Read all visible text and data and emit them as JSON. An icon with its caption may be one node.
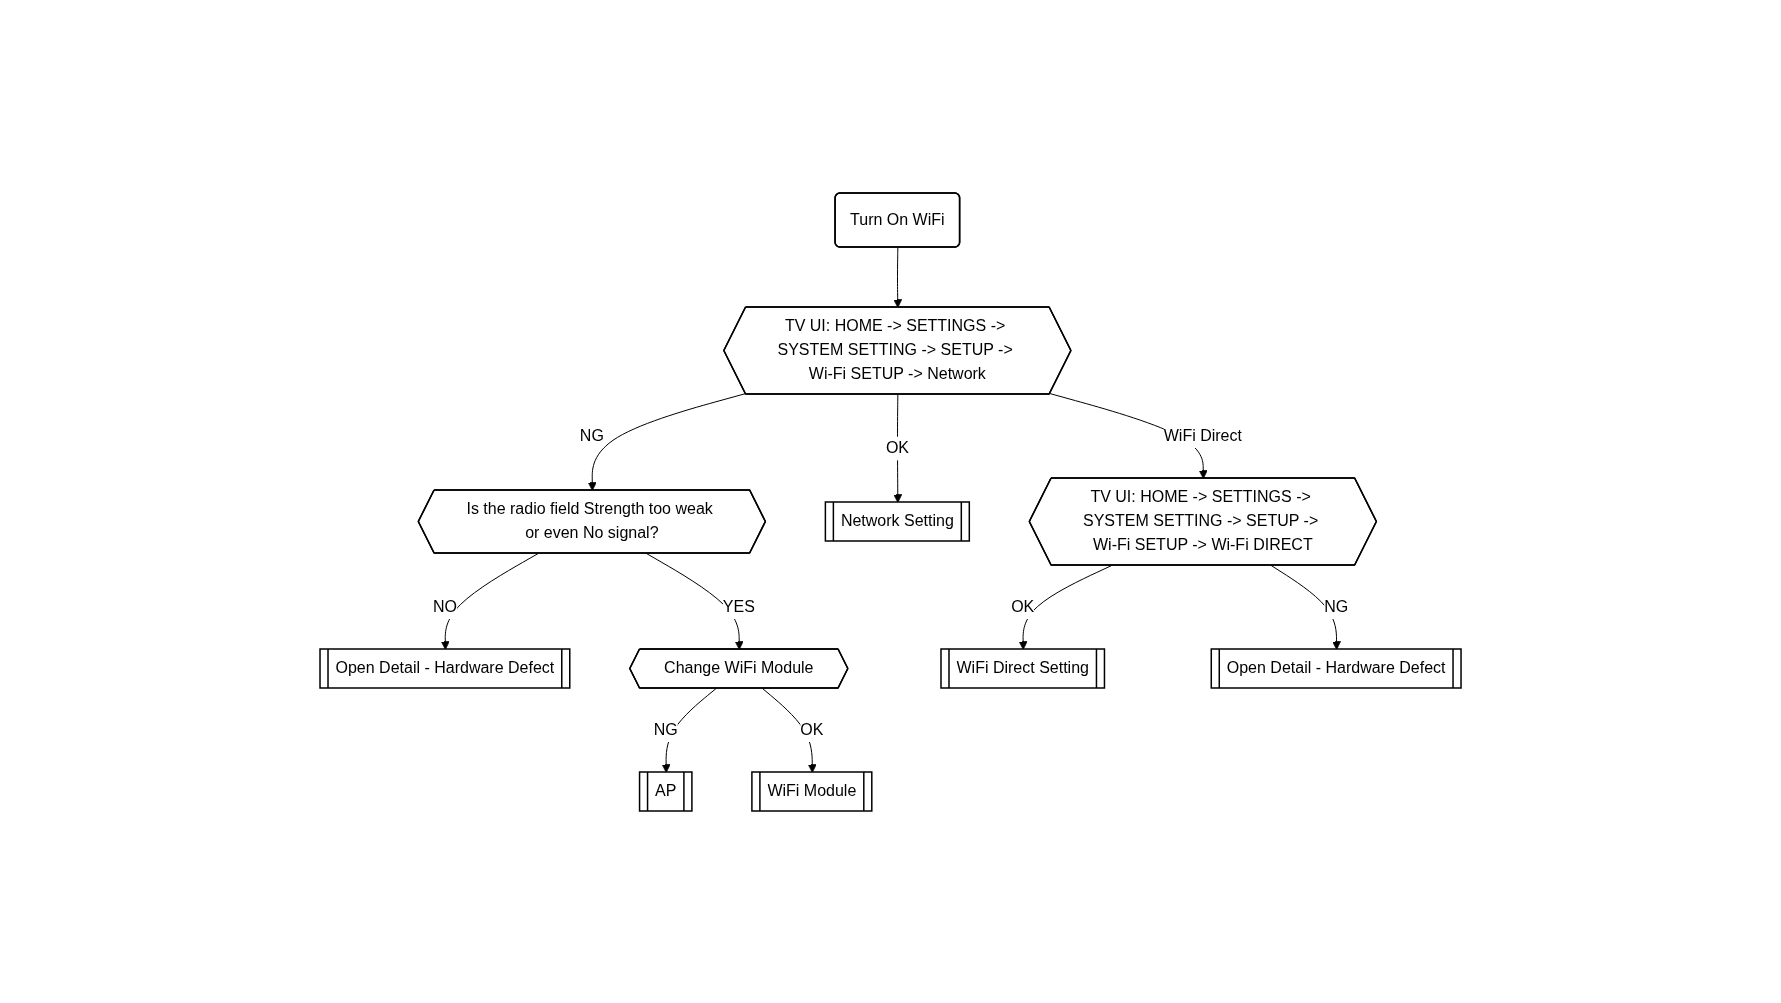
{
  "diagram": {
    "nodes": [
      {
        "text": [
          "Turn On WiFi"
        ]
      },
      {
        "text": [
          "Open Detail - Hardware Defect"
        ]
      },
      {
        "text": [
          "Is the radio field Strength too weak or even No signal?"
        ]
      },
      {
        "text": [
          "TV UI: HOME -> SETTINGS -> SYSTEM SETTING -> SETUP -> Wi-Fi SETUP -> Network"
        ]
      },
      {
        "text": [
          "Network Setting"
        ]
      },
      {
        "text": [
          "AP"
        ]
      },
      {
        "text": [
          "Change WiFi Module"
        ]
      },
      {
        "text": [
          "TV UI: HOME -> SETTINGS -> SYSTEM SETTING -> SETUP -> Wi-Fi SETUP -> Wi-Fi DIRECT"
        ]
      },
      {
        "text": [
          "WiFi Direct Setting"
        ]
      },
      {
        "text": [
          "WiFi Module"
        ]
      },
      {
        "text": [
          "Open Detail - Hardware Defect"
        ]
      }
    ],
    "edges": [
      {
        "from": 0,
        "to": 3,
        "arrow": "to"
      },
      {
        "from": 3,
        "to": 2,
        "label": "NG",
        "arrow": "to"
      },
      {
        "from": 3,
        "to": 4,
        "label": "OK",
        "arrow": "to"
      },
      {
        "from": 2,
        "to": 1,
        "label": "NO",
        "arrow": "to"
      },
      {
        "from": 2,
        "to": 6,
        "label": "YES",
        "arrow": "to"
      },
      {
        "from": 3,
        "to": 7,
        "label": "WiFi Direct",
        "arrow": "to"
      },
      {
        "from": 6,
        "to": 5,
        "label": "NG",
        "arrow": "to"
      },
      {
        "from": 6,
        "to": 9,
        "label": "OK",
        "arrow": "to"
      },
      {
        "from": 7,
        "to": 8,
        "label": "OK",
        "arrow": "to"
      },
      {
        "from": 7,
        "to": 10,
        "label": "NG",
        "arrow": "to"
      }
    ]
  }
}
